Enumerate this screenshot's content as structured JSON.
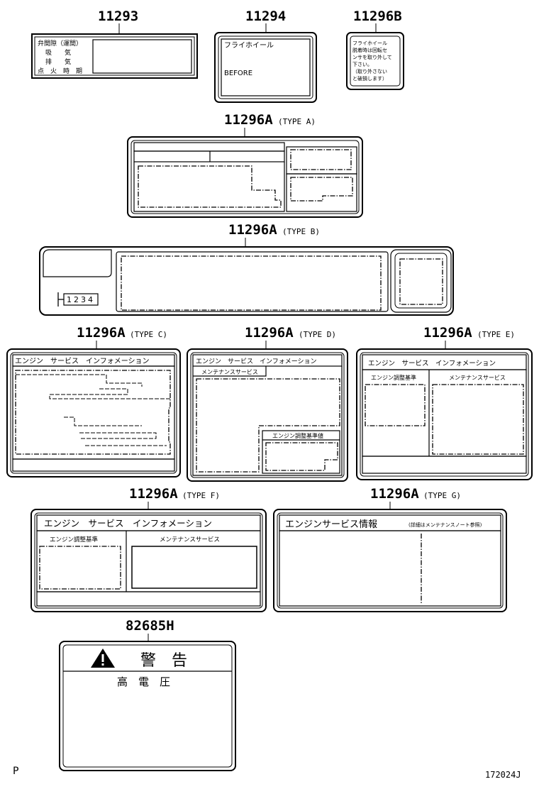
{
  "parts": {
    "p11293": {
      "number": "11293",
      "lines": [
        "弁間隙（運間）",
        "吸　　気",
        "排　　気",
        "点　火　時　期"
      ]
    },
    "p11294": {
      "number": "11294",
      "line1": "フライホイール",
      "line2": "BEFORE"
    },
    "p11296B": {
      "number": "11296B",
      "lines": [
        "フライホイール",
        "脱着時は回転セ",
        "ンサを取り外して",
        "下さい。",
        "（取り外さない",
        "と破損します）"
      ]
    },
    "typeA": {
      "number": "11296A",
      "type": "(TYPE A)"
    },
    "typeB": {
      "number": "11296A",
      "type": "(TYPE B)",
      "code": "1234"
    },
    "typeC": {
      "number": "11296A",
      "type": "(TYPE C)",
      "header": "エンジン　サービス　インフォメーション"
    },
    "typeD": {
      "number": "11296A",
      "type": "(TYPE D)",
      "header": "エンジン　サービス　インフォメーション",
      "left_title": "メンテナンスサービス",
      "right_title": "エンジン調整基準値"
    },
    "typeE": {
      "number": "11296A",
      "type": "(TYPE E)",
      "header": "エンジン　サービス　インフォメーション",
      "left_title": "エンジン調整基準",
      "right_title": "メンテナンスサービス"
    },
    "typeF": {
      "number": "11296A",
      "type": "(TYPE F)",
      "header": "エンジン　サービス　インフォメーション",
      "left_title": "エンジン調整基準",
      "right_title": "メンテナンスサービス"
    },
    "typeG": {
      "number": "11296A",
      "type": "(TYPE G)",
      "header": "エンジンサービス情報",
      "note": "(詳細はメンテナンスノート参照)"
    },
    "p82685H": {
      "number": "82685H",
      "warning": "警　告",
      "text": "高　電　圧"
    }
  },
  "footer": {
    "left": "P",
    "right": "172024J"
  }
}
